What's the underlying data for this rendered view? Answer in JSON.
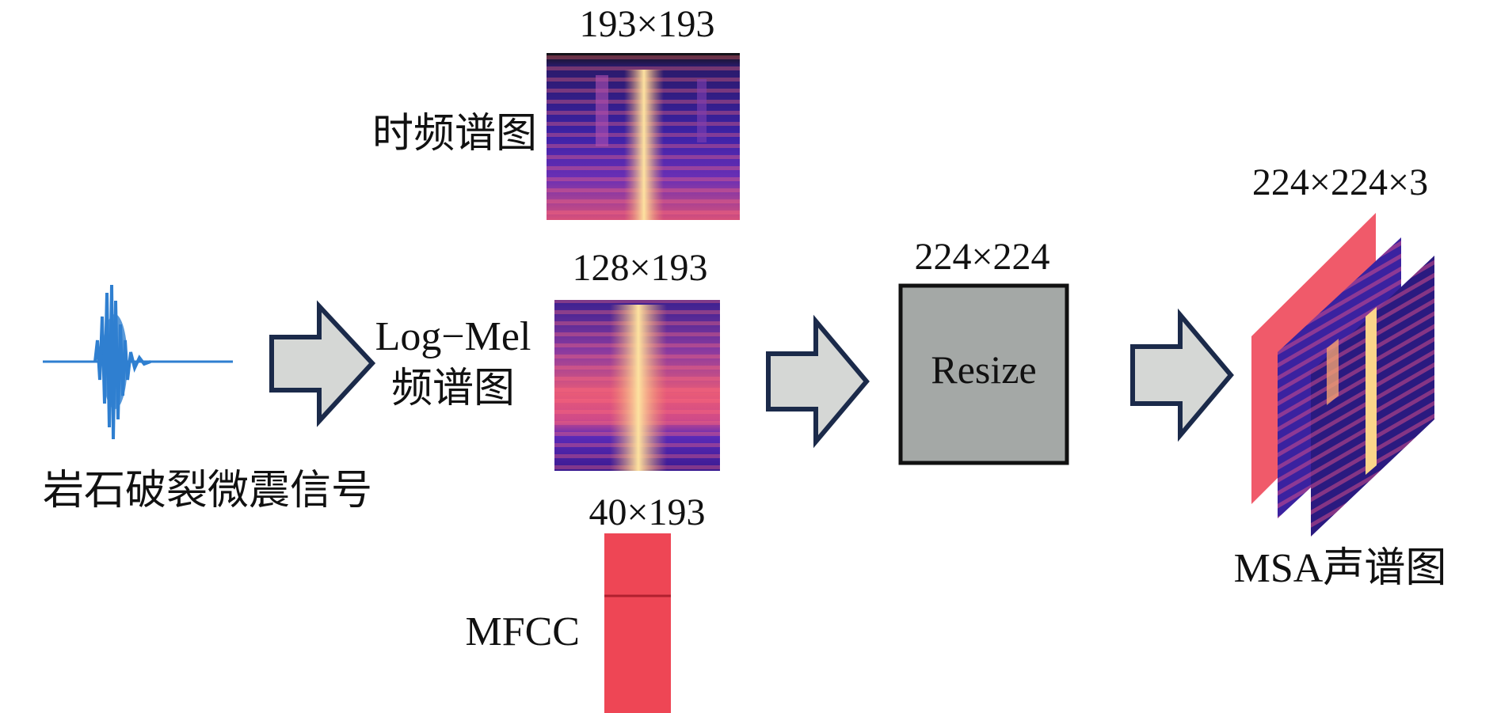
{
  "signal": {
    "label": "岩石破裂微震信号"
  },
  "spectrogram": {
    "label": "时频谱图",
    "size": "193×193"
  },
  "logmel": {
    "label_line1": "Log−Mel",
    "label_line2": "频谱图",
    "size": "128×193"
  },
  "mfcc": {
    "label": "MFCC",
    "size": "40×193"
  },
  "resize": {
    "label": "Resize",
    "size": "224×224"
  },
  "msa": {
    "label": "MSA声谱图",
    "size": "224×224×3"
  },
  "colors": {
    "arrow_fill": "#d5d7d5",
    "arrow_stroke": "#1b2a4a",
    "resize_fill": "#a4a8a6",
    "waveform": "#2f7fd0",
    "mfcc": "#ee4655"
  }
}
